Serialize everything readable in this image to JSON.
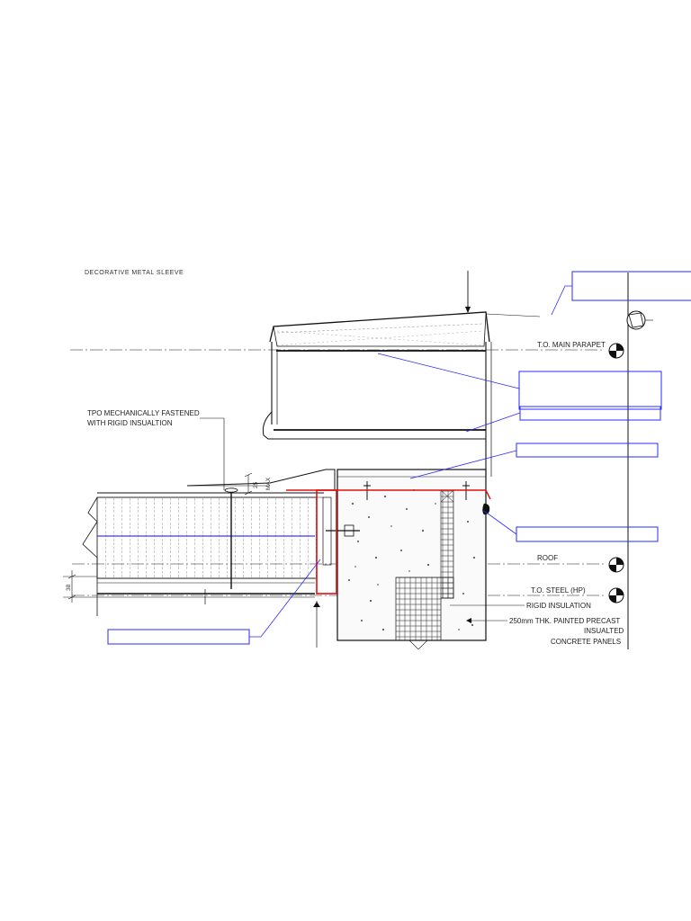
{
  "drawing": {
    "top_note": "DECORATIVE METAL SLEEVE",
    "labels": {
      "tpo_line1": "TPO MECHANICALLY FASTENED",
      "tpo_line2": "WITH RIGID INSUALTION",
      "dim_25": "25",
      "dim_max": "MAX",
      "dim_38": "38",
      "main_parapet": "T.O. MAIN PARAPET",
      "roof": "ROOF",
      "steel": "T.O. STEEL (HP)",
      "rigid_insulation": "RIGID INSULATION",
      "panel_line1": "250mm THK. PAINTED PRECAST",
      "panel_line2": "INSUALTED",
      "panel_line3": "CONCRETE PANELS"
    },
    "callout_boxes": [
      {
        "id": "callout-top-right",
        "text": ""
      },
      {
        "id": "callout-mid-right-1",
        "text": ""
      },
      {
        "id": "callout-mid-right-2",
        "text": ""
      },
      {
        "id": "callout-right-3",
        "text": ""
      },
      {
        "id": "callout-right-4",
        "text": ""
      },
      {
        "id": "callout-left-bottom",
        "text": ""
      }
    ],
    "colors": {
      "linework": "#111111",
      "annotation_blue": "#2a2aff",
      "highlight_red": "#e01010"
    },
    "icons": [
      "elevation-marker-icon",
      "section-marker-icon"
    ]
  }
}
